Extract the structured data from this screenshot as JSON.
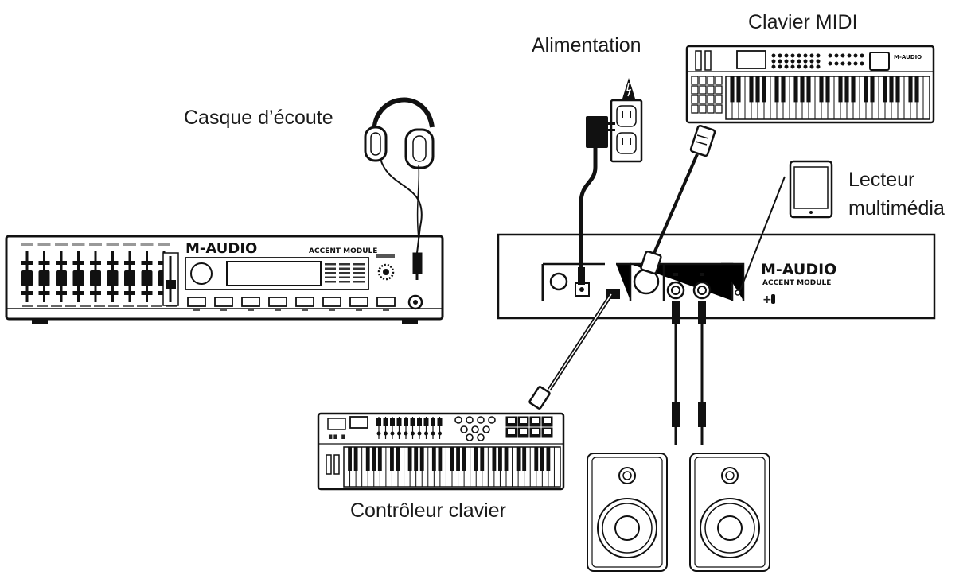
{
  "labels": {
    "midi_keyboard": "Clavier MIDI",
    "power": "Alimentation",
    "headphones": "Casque d’écoute",
    "media_player": "Lecteur multimédia",
    "controller": "Contrôleur clavier"
  },
  "module_left": {
    "brand": "M-AUDIO",
    "model": "ACCENT MODULE"
  },
  "module_right": {
    "brand": "M-AUDIO",
    "model": "ACCENT MODULE"
  },
  "midi_keyboard_unit": {
    "brand": "M-AUDIO"
  }
}
